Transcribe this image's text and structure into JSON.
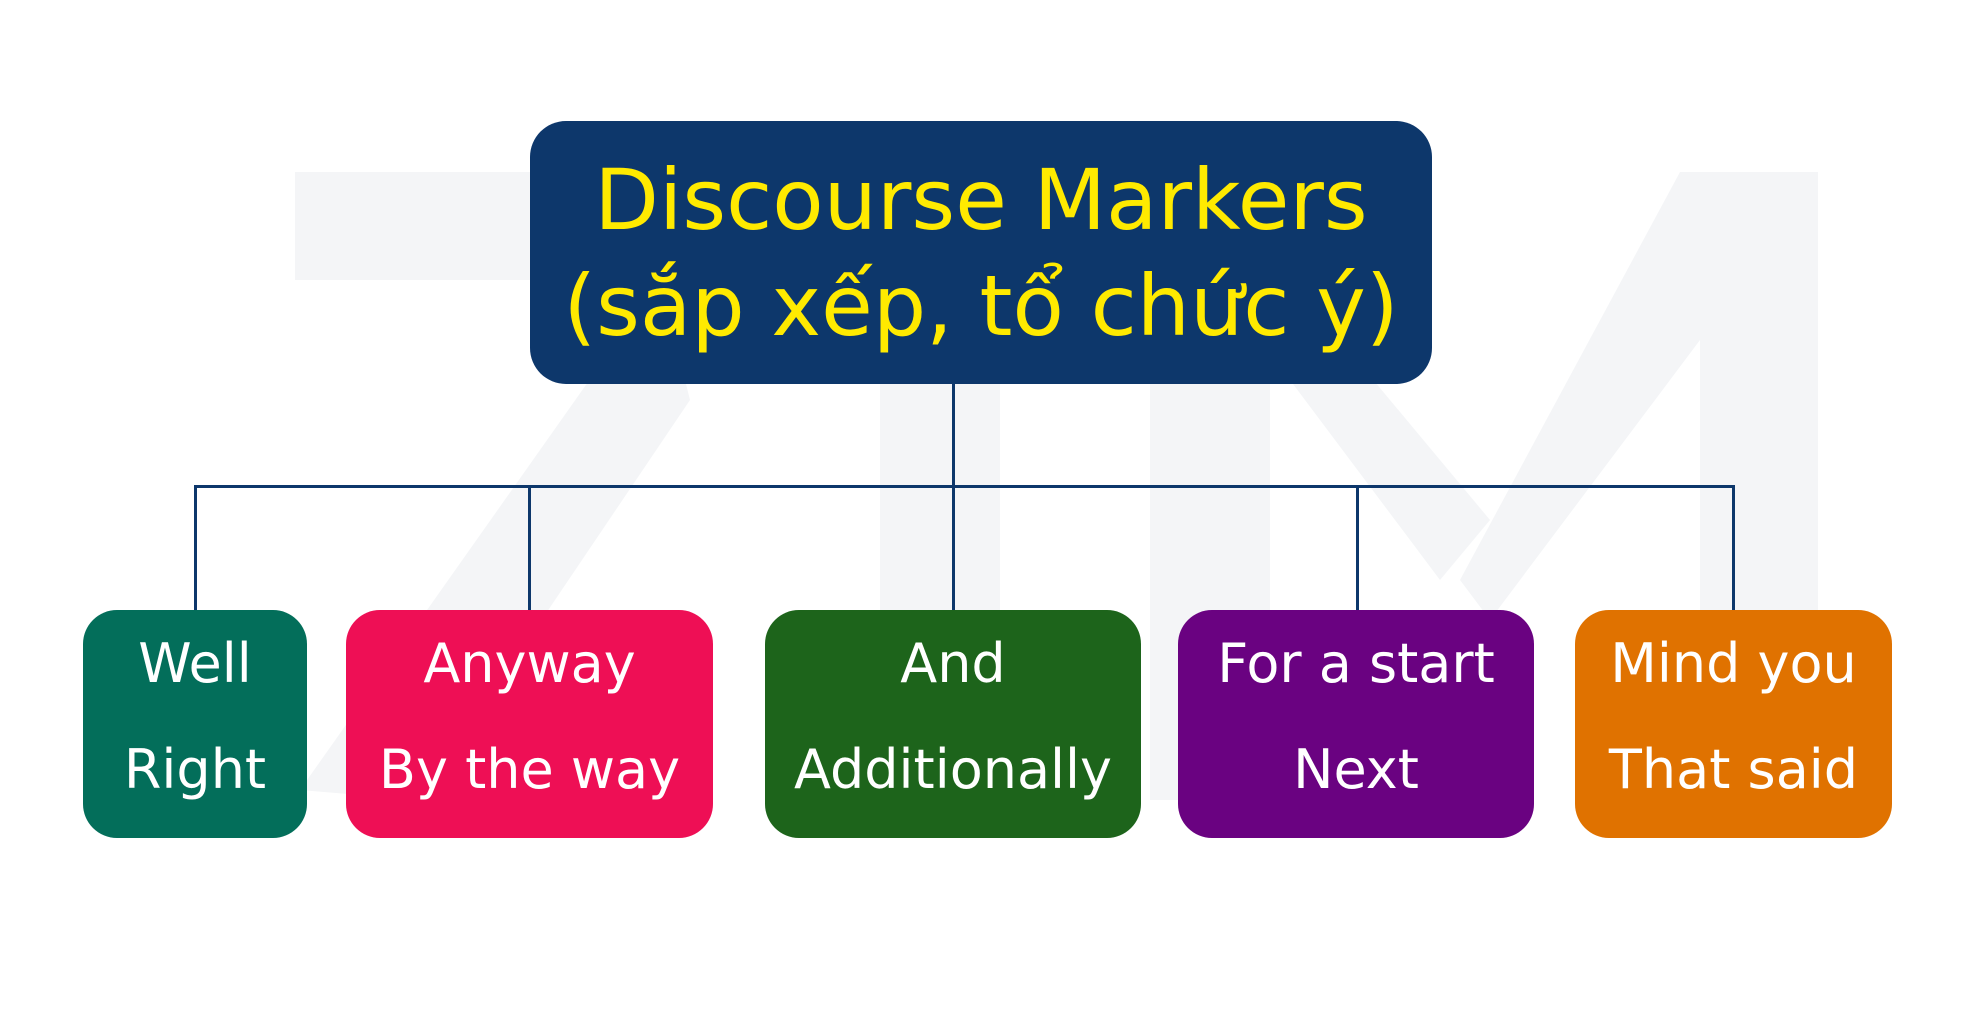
{
  "title": {
    "line1": "Discourse Markers",
    "line2": "(sắp xếp, tổ chức ý)"
  },
  "watermark": "ZIM",
  "colors": {
    "root": "#0d376b",
    "title_text": "#ffea00",
    "connector": "#0d376b"
  },
  "children": [
    {
      "line1": "Well",
      "line2": "Right",
      "color": "#036e5a"
    },
    {
      "line1": "Anyway",
      "line2": "By the way",
      "color": "#ee0f55"
    },
    {
      "line1": "And",
      "line2": "Additionally",
      "color": "#1d641b"
    },
    {
      "line1": "For a start",
      "line2": "Next",
      "color": "#6a0281"
    },
    {
      "line1": "Mind you",
      "line2": "That said",
      "color": "#e07200"
    }
  ]
}
